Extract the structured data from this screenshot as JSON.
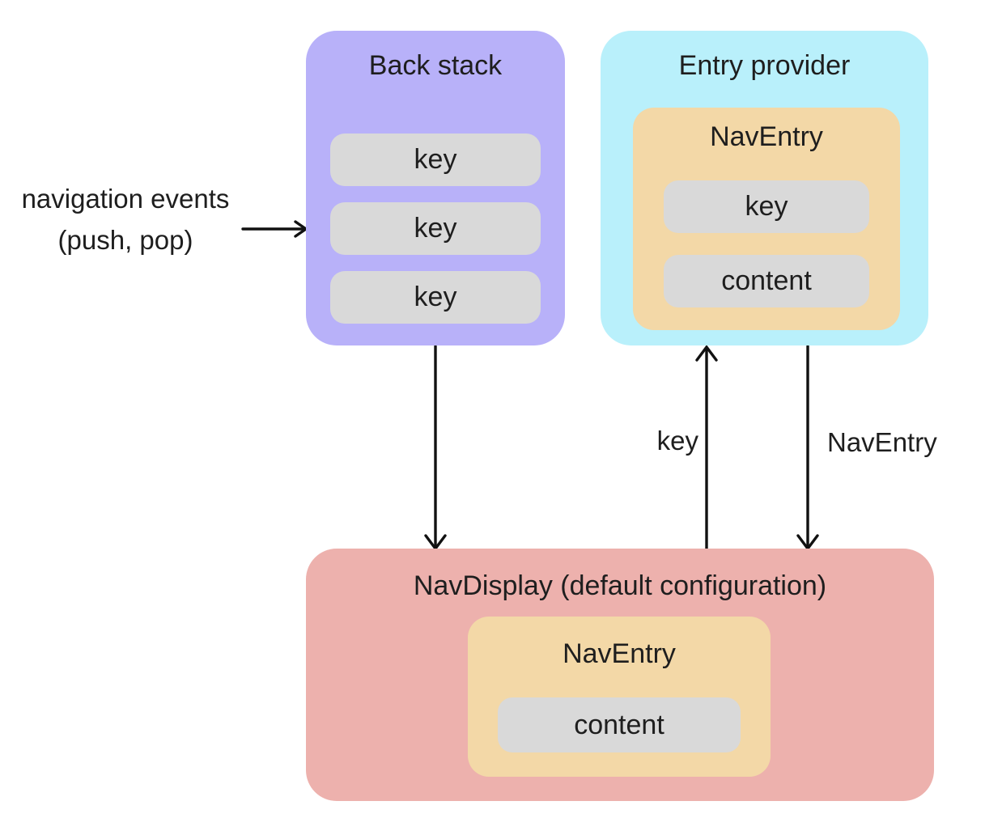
{
  "diagram": {
    "colors": {
      "back_stack_fill": "#b8b1f9",
      "entry_provider_fill": "#b9f0fb",
      "nav_entry_fill": "#f3d8a7",
      "nav_display_fill": "#edb1ad",
      "pill_fill": "#d9d9d9",
      "arrow": "#111111",
      "text": "#1e1e1e"
    },
    "nav_events_label": {
      "line1": "navigation events",
      "line2": "(push, pop)"
    },
    "back_stack": {
      "title": "Back stack",
      "keys": [
        "key",
        "key",
        "key"
      ]
    },
    "entry_provider": {
      "title": "Entry provider",
      "nav_entry": {
        "title": "NavEntry",
        "key": "key",
        "content": "content"
      }
    },
    "edges": {
      "key_label": "key",
      "nav_entry_label": "NavEntry"
    },
    "nav_display": {
      "title": "NavDisplay (default configuration)",
      "nav_entry": {
        "title": "NavEntry",
        "content": "content"
      }
    }
  }
}
